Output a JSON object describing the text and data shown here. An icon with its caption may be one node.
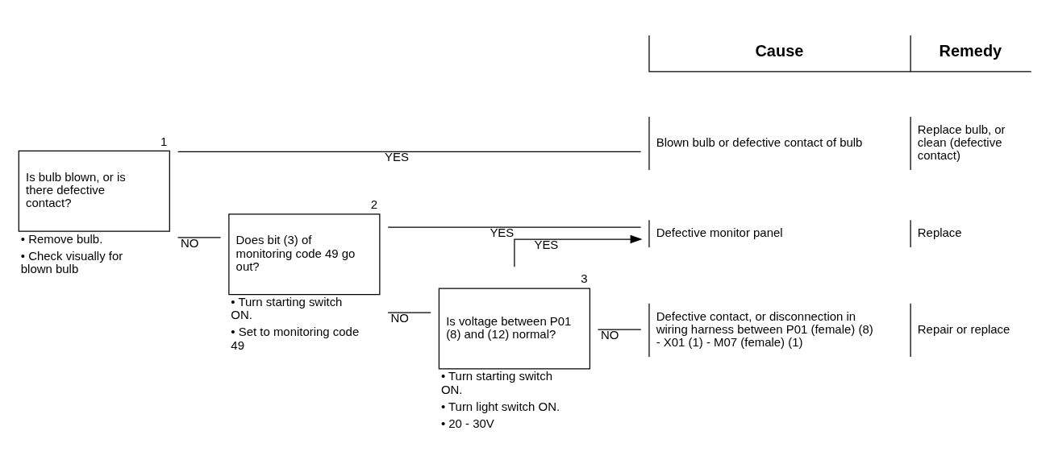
{
  "diagram": {
    "nodes": [
      {
        "text": [
          "Is bulb blown, or is there defective contact?"
        ],
        "beside": [
          "1",
          "• Remove bulb.",
          "• Check visually for blown bulb"
        ]
      },
      {
        "text": [
          "Does bit (3) of monitoring code 49 go out?"
        ],
        "beside": [
          "2",
          "• Turn starting switch ON.",
          "• Set to monitoring code 49"
        ]
      },
      {
        "text": [
          "Is voltage between P01 (8) and (12) normal?"
        ],
        "beside": [
          "3",
          "• Turn starting switch ON.",
          "• Turn light switch ON.",
          "• 20 - 30V"
        ]
      },
      {
        "text": [
          "Blown bulb or defective contact of bulb",
          "Replace bulb, or clean (defective contact)"
        ]
      },
      {
        "text": [
          "Defective monitor panel",
          "Replace"
        ]
      },
      {
        "text": [
          "Defective contact, or disconnection in wiring harness between P01 (female) (8) - X01 (1) - M07 (female) (1)",
          "Repair or replace"
        ]
      }
    ],
    "edges": [
      {
        "from": 0,
        "to": 3,
        "arrow": "none",
        "label": "YES"
      },
      {
        "from": 0,
        "to": 1,
        "arrow": "none",
        "label": "NO"
      },
      {
        "from": 1,
        "to": 4,
        "arrow": "none",
        "label": "YES"
      },
      {
        "from": 1,
        "to": 2,
        "arrow": "none",
        "label": "NO"
      },
      {
        "from": 2,
        "to": 4,
        "arrow": "to",
        "label": "YES"
      },
      {
        "from": 2,
        "to": 5,
        "arrow": "none",
        "label": "NO"
      }
    ],
    "labels": [
      "Cause",
      "Remedy"
    ]
  }
}
